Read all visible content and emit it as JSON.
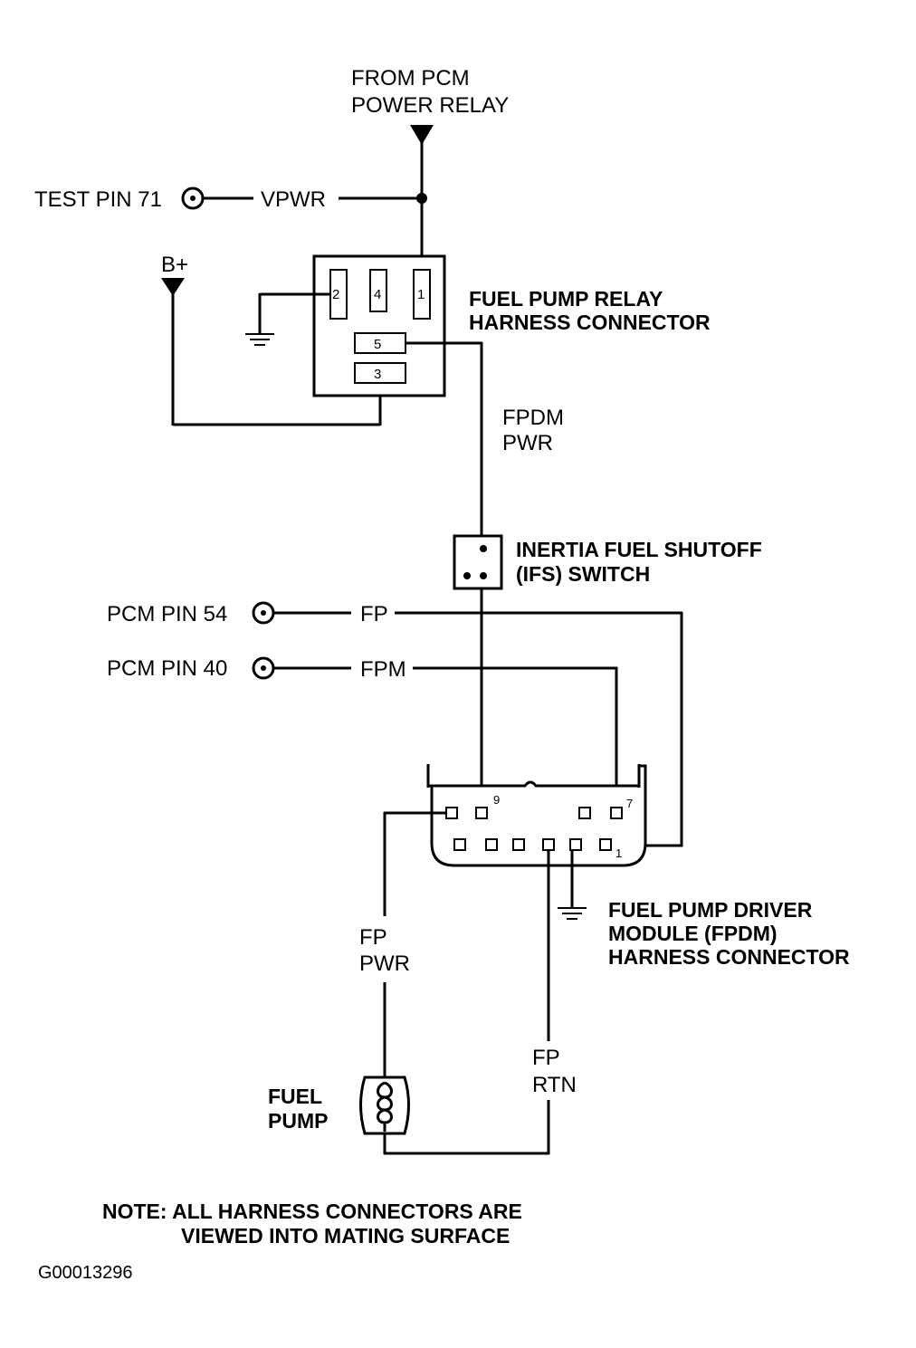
{
  "labels": {
    "from_pcm_line1": "FROM PCM",
    "from_pcm_line2": "POWER RELAY",
    "test_pin": "TEST PIN 71",
    "vpwr": "VPWR",
    "b_plus": "B+",
    "relay_connector_line1": "FUEL PUMP RELAY",
    "relay_connector_line2": "HARNESS CONNECTOR",
    "fpdm_pwr_line1": "FPDM",
    "fpdm_pwr_line2": "PWR",
    "ifs_line1": "INERTIA FUEL SHUTOFF",
    "ifs_line2": "(IFS) SWITCH",
    "pcm_pin_54": "PCM PIN 54",
    "fp": "FP",
    "pcm_pin_40": "PCM PIN 40",
    "fpm": "FPM",
    "fpdm_connector_line1": "FUEL PUMP DRIVER",
    "fpdm_connector_line2": "MODULE (FPDM)",
    "fpdm_connector_line3": "HARNESS CONNECTOR",
    "fp_pwr_line1": "FP",
    "fp_pwr_line2": "PWR",
    "fp_rtn_line1": "FP",
    "fp_rtn_line2": "RTN",
    "fuel_pump_line1": "FUEL",
    "fuel_pump_line2": "PUMP",
    "note_line1": "NOTE: ALL HARNESS CONNECTORS ARE",
    "note_line2": "VIEWED INTO MATING SURFACE",
    "figure_code": "G00013296"
  },
  "relay_pins": {
    "pin_2": "2",
    "pin_4": "4",
    "pin_1": "1",
    "pin_5": "5",
    "pin_3": "3"
  },
  "fpdm_pins": {
    "pin_9": "9",
    "pin_7": "7",
    "pin_1": "1"
  }
}
